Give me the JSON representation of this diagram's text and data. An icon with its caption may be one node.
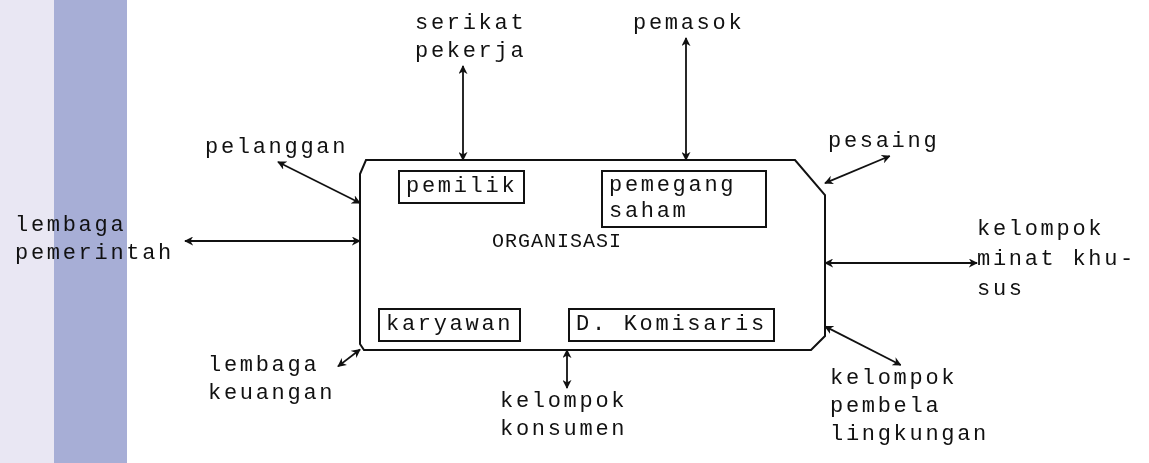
{
  "diagram": {
    "nodes": [
      {
        "text": [
          "ORGANISASI"
        ]
      },
      {
        "text": [
          "pemilik"
        ],
        "in": 0
      },
      {
        "text": [
          "pemegang saham"
        ],
        "in": 0
      },
      {
        "text": [
          "karyawan"
        ],
        "in": 0
      },
      {
        "text": [
          "D. Komisaris"
        ],
        "in": 0
      },
      {
        "text": [
          "serikat pekerja"
        ]
      },
      {
        "text": [
          "pemasok"
        ]
      },
      {
        "text": [
          "pelanggan"
        ]
      },
      {
        "text": [
          "pesaing"
        ]
      },
      {
        "text": [
          "lembaga pemerintah"
        ]
      },
      {
        "text": [
          "kelompok minat khu- sus"
        ]
      },
      {
        "text": [
          "lembaga keuangan"
        ]
      },
      {
        "text": [
          "kelompok konsumen"
        ]
      },
      {
        "text": [
          "kelompok pembela lingkungan"
        ]
      }
    ],
    "edges": [
      {
        "from": 0,
        "to": 5,
        "arrow": "both"
      },
      {
        "from": 0,
        "to": 6,
        "arrow": "both"
      },
      {
        "from": 0,
        "to": 7,
        "arrow": "both"
      },
      {
        "from": 0,
        "to": 8,
        "arrow": "both"
      },
      {
        "from": 0,
        "to": 9,
        "arrow": "both"
      },
      {
        "from": 0,
        "to": 10,
        "arrow": "both"
      },
      {
        "from": 0,
        "to": 11,
        "arrow": "both"
      },
      {
        "from": 0,
        "to": 12,
        "arrow": "both"
      },
      {
        "from": 0,
        "to": 13,
        "arrow": "both"
      }
    ]
  }
}
